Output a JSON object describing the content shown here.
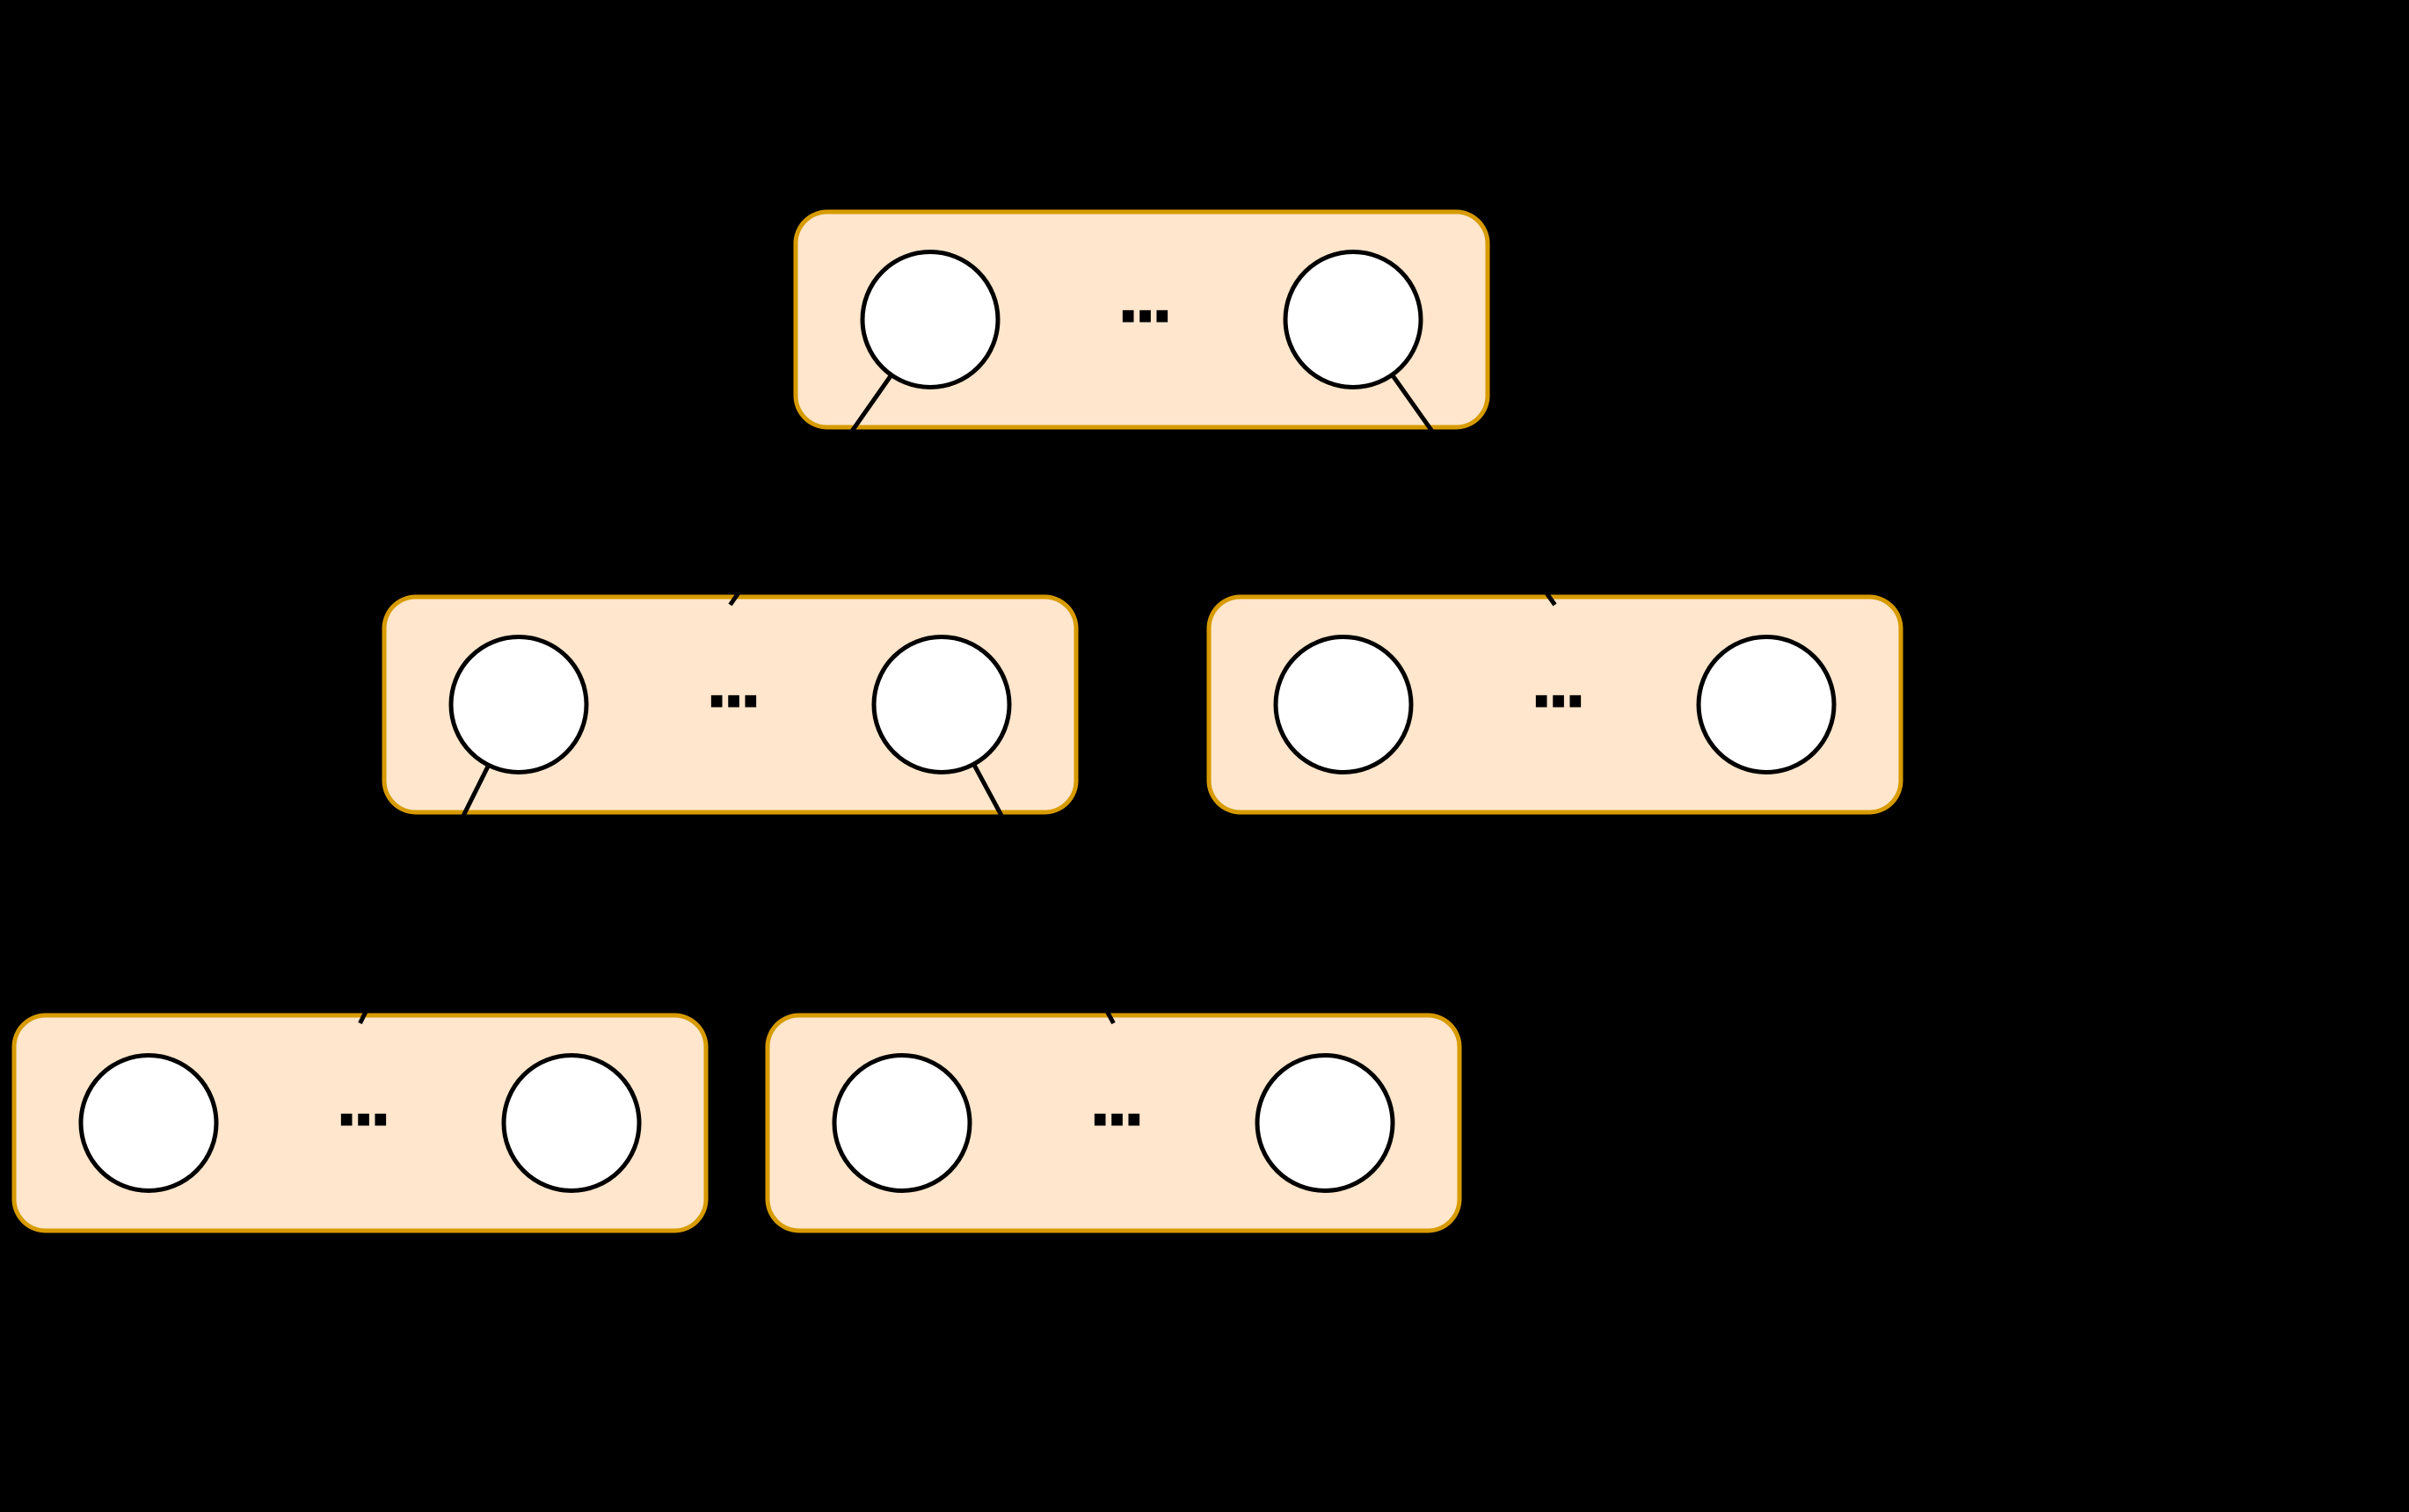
{
  "colors": {
    "background": "#000000",
    "node_fill": "#FFE6CC",
    "node_border": "#D79B00",
    "circle_fill": "#FFFFFF",
    "circle_border": "#000000",
    "edge": "#000000",
    "label": "#000000"
  },
  "diagram": {
    "type": "tree",
    "nodes": [
      {
        "id": "root",
        "level": 0,
        "label": "...",
        "left_circle": "slot",
        "right_circle": "slot"
      },
      {
        "id": "l2a",
        "level": 1,
        "label": "...",
        "left_circle": "slot",
        "right_circle": "slot"
      },
      {
        "id": "l2b",
        "level": 1,
        "label": "...",
        "left_circle": "slot",
        "right_circle": "slot"
      },
      {
        "id": "l3a",
        "level": 2,
        "label": "...",
        "left_circle": "slot",
        "right_circle": "slot"
      },
      {
        "id": "l3b",
        "level": 2,
        "label": "...",
        "left_circle": "slot",
        "right_circle": "slot"
      }
    ],
    "edges": [
      {
        "from": "root",
        "slot": "left",
        "to": "l2a"
      },
      {
        "from": "root",
        "slot": "right",
        "to": "l2b"
      },
      {
        "from": "l2a",
        "slot": "left",
        "to": "l3a"
      },
      {
        "from": "l2a",
        "slot": "right",
        "to": "l3b"
      }
    ]
  }
}
